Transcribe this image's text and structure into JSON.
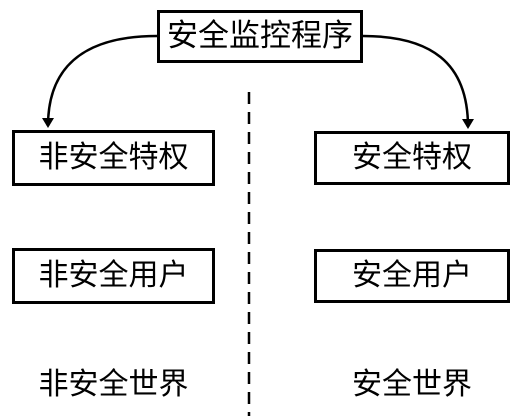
{
  "monitor": {
    "label": "安全监控程序"
  },
  "non_secure": {
    "privileged_label": "非安全特权",
    "user_label": "非安全用户",
    "world_label": "非安全世界"
  },
  "secure": {
    "privileged_label": "安全特权",
    "user_label": "安全用户",
    "world_label": "安全世界"
  },
  "colors": {
    "stroke": "#000000",
    "background": "#ffffff"
  }
}
